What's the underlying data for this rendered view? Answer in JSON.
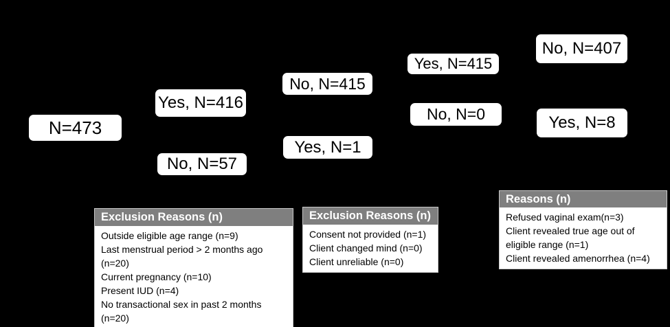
{
  "colors": {
    "background": "#000000",
    "flow_box_bg": "#ffffff",
    "flow_box_text": "#000000",
    "detail_header_bg": "#7f7f7f",
    "detail_header_text": "#ffffff",
    "detail_body_bg": "#ffffff",
    "detail_body_text": "#000000"
  },
  "flow": {
    "total": "N=473",
    "stage2_yes": "Yes, N=416",
    "stage2_no": "No, N=57",
    "stage3_no": "No, N=415",
    "stage3_yes": "Yes, N=1",
    "stage4_yes": "Yes, N=415",
    "stage4_no": "No, N=0",
    "stage5_no": "No, N=407",
    "stage5_yes": "Yes, N=8"
  },
  "details": [
    {
      "header": "Exclusion Reasons (n)",
      "items": [
        "Outside eligible age range (n=9)",
        "Last menstrual period > 2 months ago (n=20)",
        "Current pregnancy (n=10)",
        "Present IUD (n=4)",
        "No transactional sex in past 2 months (n=20)"
      ]
    },
    {
      "header": "Exclusion Reasons (n)",
      "items": [
        "Consent not provided (n=1)",
        "Client changed mind (n=0)",
        "Client unreliable (n=0)"
      ]
    },
    {
      "header": "Reasons (n)",
      "items": [
        "Refused vaginal exam(n=3)",
        "Client revealed true age out of eligible range (n=1)",
        "Client revealed amenorrhea (n=4)"
      ]
    }
  ]
}
